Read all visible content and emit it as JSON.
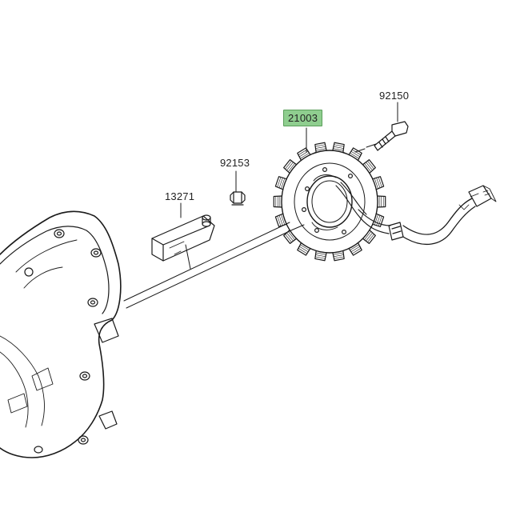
{
  "diagram": {
    "parts": [
      {
        "number": "92150",
        "highlighted": false
      },
      {
        "number": "21003",
        "highlighted": true
      },
      {
        "number": "92153",
        "highlighted": false
      },
      {
        "number": "13271",
        "highlighted": false
      }
    ]
  },
  "colors": {
    "line": "#1a1a1a",
    "highlight_fill": "#8fce8f",
    "highlight_border": "#5a9e5a",
    "background": "#ffffff"
  },
  "icons": {
    "stator": "stator-coil-icon",
    "cover": "engine-cover-icon",
    "bolt": "bolt-icon",
    "plate": "holder-plate-icon",
    "connector": "wire-connector-icon"
  }
}
